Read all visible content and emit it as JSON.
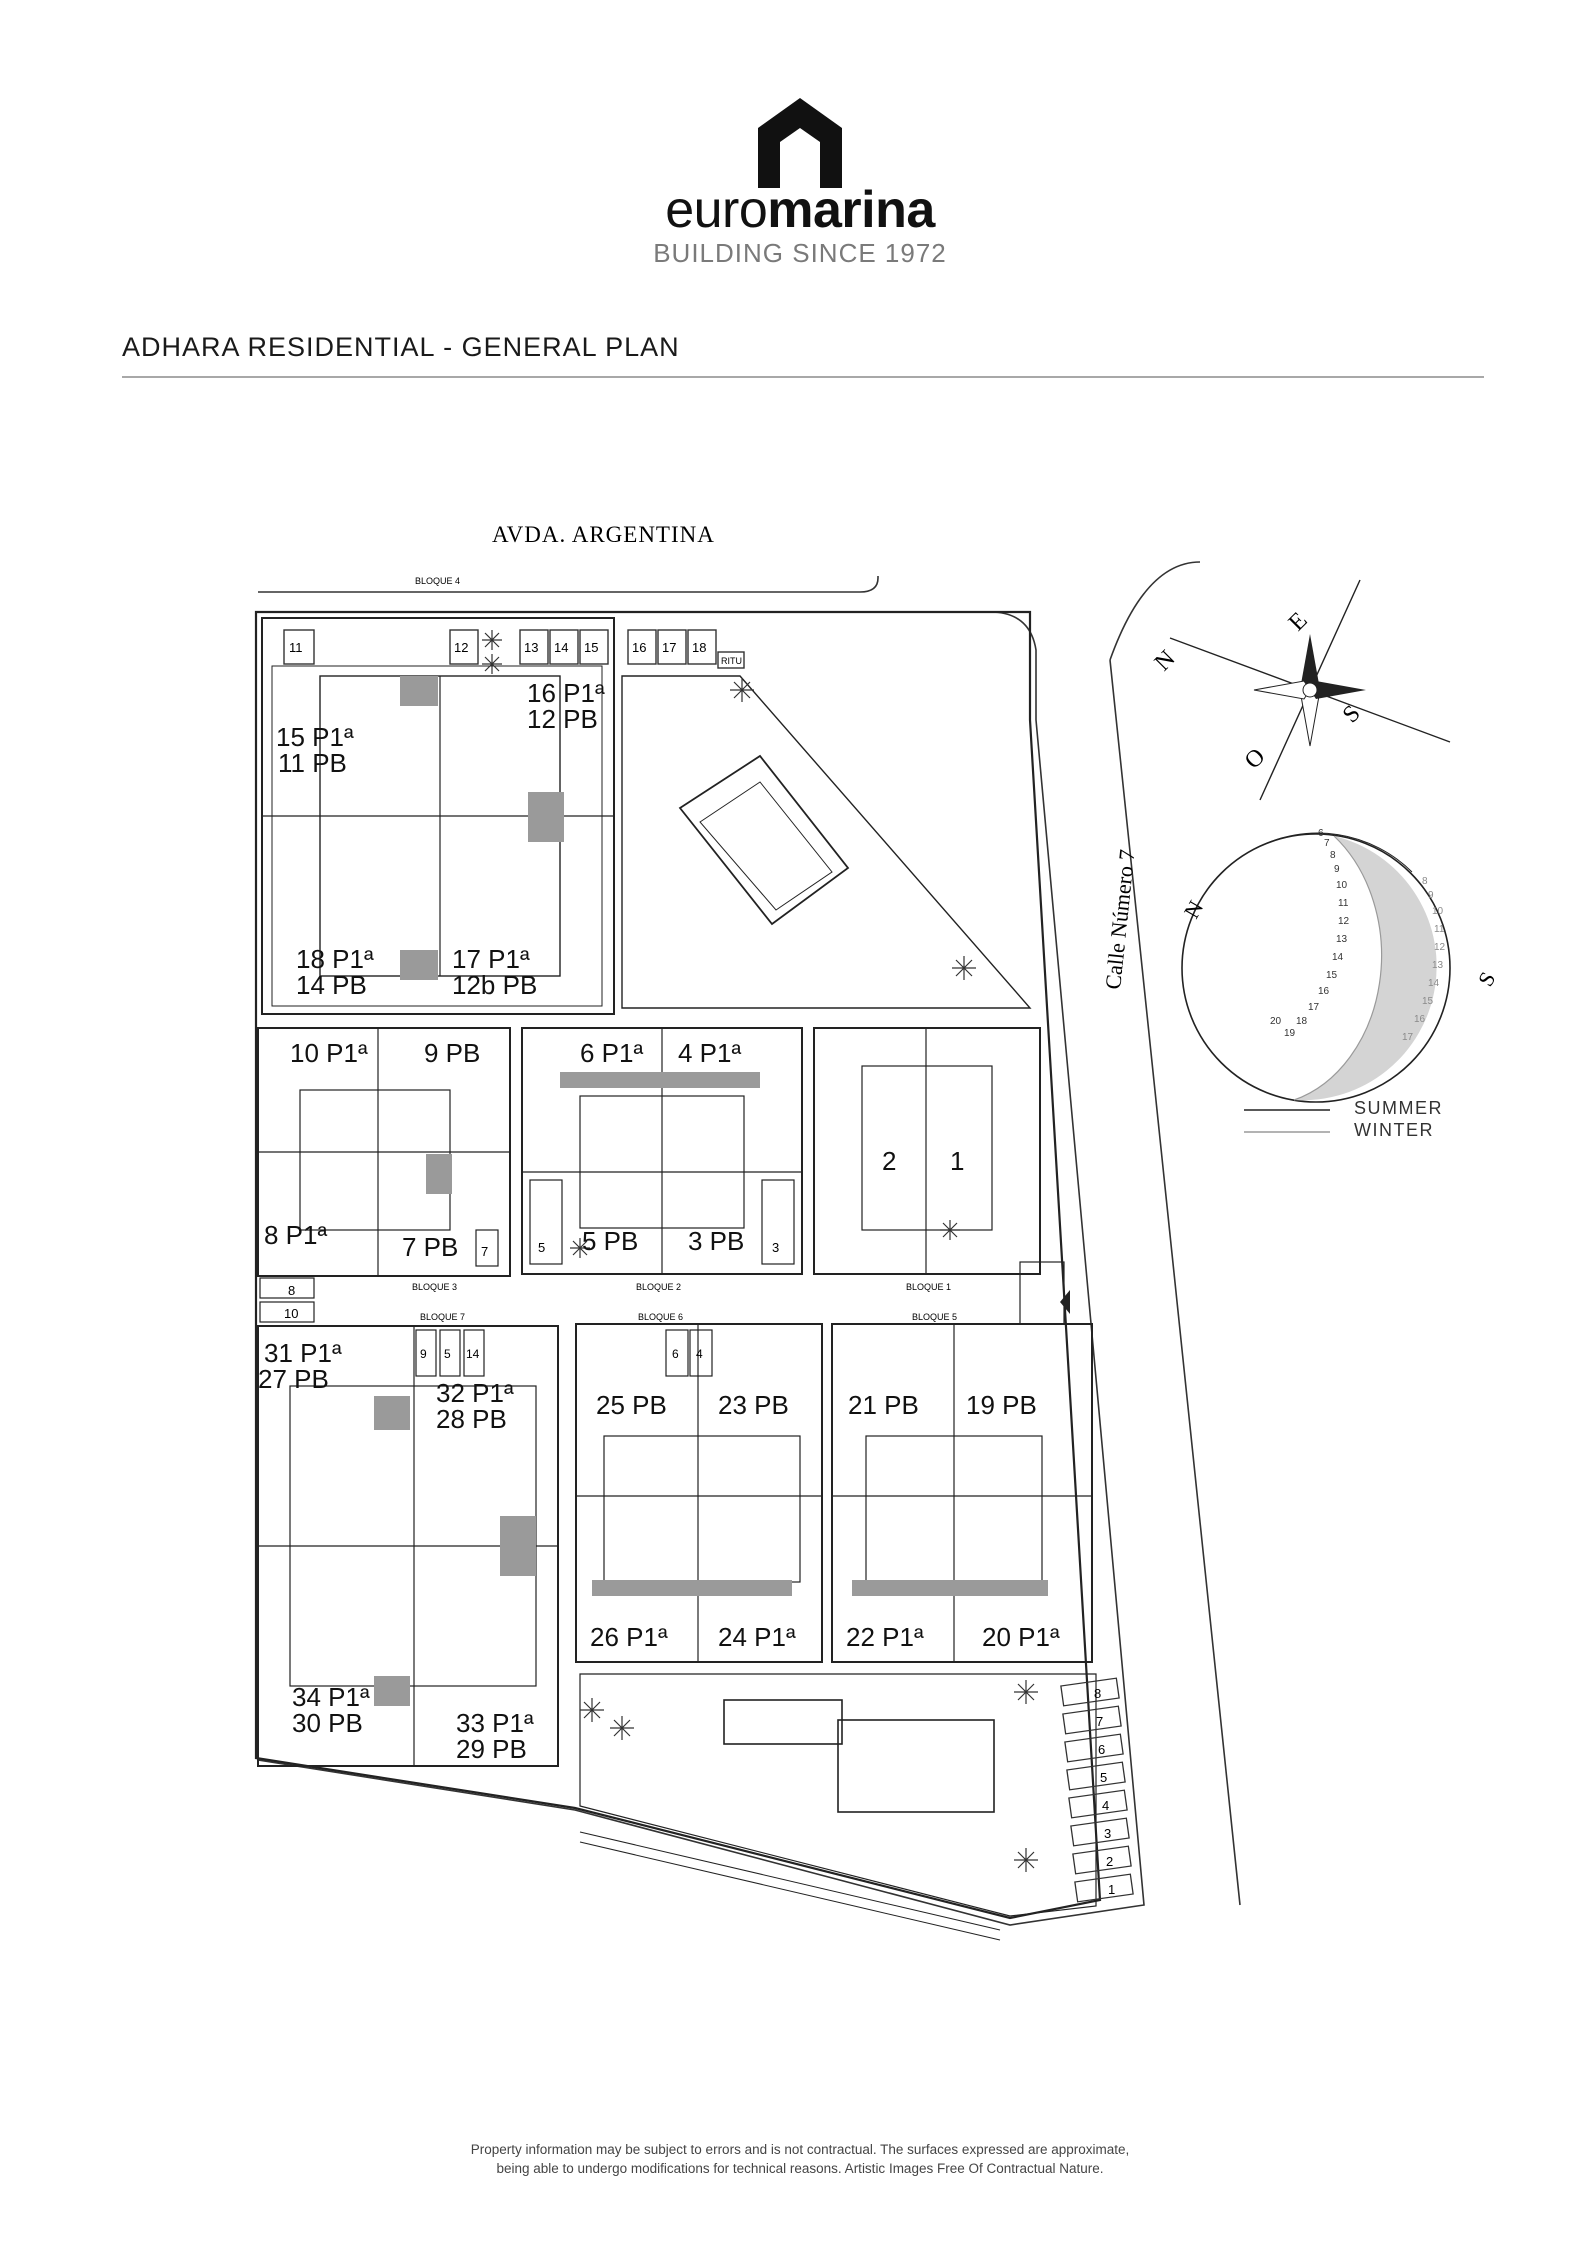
{
  "brand": {
    "name_light": "euro",
    "name_bold": "marina",
    "tagline": "BUILDING SINCE 1972"
  },
  "page_title": "ADHARA RESIDENTIAL - GENERAL PLAN",
  "streets": {
    "north": "AVDA. ARGENTINA",
    "east": "Calle Número 7"
  },
  "blocks": {
    "bloque_1": "BLOQUE 1",
    "bloque_2": "BLOQUE 2",
    "bloque_3": "BLOQUE 3",
    "bloque_4": "BLOQUE 4",
    "bloque_5": "BLOQUE 5",
    "bloque_6": "BLOQUE 6",
    "bloque_7": "BLOQUE 7"
  },
  "units": {
    "u15_11": [
      "15 P1ª",
      "11 PB"
    ],
    "u16_12": [
      "16 P1ª",
      "12 PB"
    ],
    "u18_14": [
      "18 P1ª",
      "14 PB"
    ],
    "u17_12b": [
      "17 P1ª",
      "12b PB"
    ],
    "u10": "10 P1ª",
    "u9": "9 PB",
    "u8": "8 P1ª",
    "u7": "7 PB",
    "u6": "6 P1ª",
    "u4": "4 P1ª",
    "u5": "5 PB",
    "u3": "3 PB",
    "u2": "2",
    "u1": "1",
    "u31_27": [
      "31 P1ª",
      "27 PB"
    ],
    "u32_28": [
      "32 P1ª",
      "28 PB"
    ],
    "u34_30": [
      "34 P1ª",
      "30 PB"
    ],
    "u33_29": [
      "33 P1ª",
      "29 PB"
    ],
    "u25": "25 PB",
    "u23": "23 PB",
    "u21": "21 PB",
    "u19": "19 PB",
    "u26": "26 P1ª",
    "u24": "24 P1ª",
    "u22": "22 P1ª",
    "u20": "20 P1ª"
  },
  "parking": {
    "top_left": [
      "11"
    ],
    "top_mid": [
      "12",
      "13",
      "14",
      "15"
    ],
    "top_right": [
      "16",
      "17",
      "18"
    ],
    "bloque3_side": [
      "8",
      "10"
    ],
    "bloque3_bay": [
      "7"
    ],
    "bloque2_left": [
      "5"
    ],
    "bloque2_right": [
      "3"
    ],
    "bloque7_bay": [
      "9",
      "5",
      "14"
    ],
    "bloque6_bay": [
      "6",
      "4"
    ],
    "east_strip": [
      "8",
      "7",
      "6",
      "5",
      "4",
      "3",
      "2",
      "1"
    ]
  },
  "misc": {
    "ritu": "RITU"
  },
  "compass": {
    "n": "N",
    "e": "E",
    "s": "S",
    "o": "O"
  },
  "sun_path": {
    "n": "N",
    "s": "S",
    "summer_hours": [
      "20",
      "19",
      "18",
      "17",
      "16",
      "15",
      "14",
      "13",
      "12",
      "11",
      "10",
      "9",
      "8",
      "7",
      "6"
    ],
    "winter_hours": [
      "17",
      "16",
      "15",
      "14",
      "13",
      "12",
      "11",
      "10",
      "9",
      "8"
    ]
  },
  "legend": {
    "summer": "SUMMER",
    "winter": "WINTER"
  },
  "disclaimer": [
    "Property information may be subject to errors and is not contractual. The surfaces expressed are approximate,",
    "being able to undergo modifications for technical reasons. Artistic Images Free Of Contractual Nature."
  ],
  "colors": {
    "ink": "#1a1a1a",
    "wall": "#222222",
    "shade": "#9a9a9a",
    "winter_fill": "#d4d4d4",
    "rule": "#a8a8a8"
  }
}
